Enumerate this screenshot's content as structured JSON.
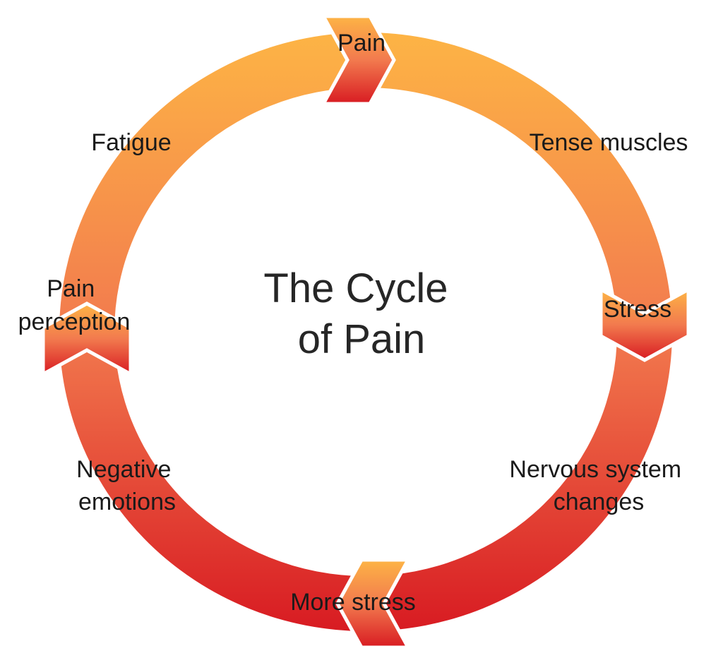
{
  "title_lines": [
    "The Cycle",
    "of Pain"
  ],
  "stages": {
    "pain": "Pain",
    "tense_muscles": "Tense muscles",
    "stress": "Stress",
    "nervous_system_changes": [
      "Nervous system",
      "changes"
    ],
    "more_stress": "More stress",
    "negative_emotions": [
      "Negative",
      "emotions"
    ],
    "pain_perception": [
      "Pain",
      "perception"
    ],
    "fatigue": "Fatigue"
  },
  "colors": {
    "top": "#FDB445",
    "middle": "#F27A4E",
    "bottom": "#D81B22",
    "gap": "#FFFFFF"
  },
  "icons": [
    "cycle-ring",
    "chevron-arrow-icon"
  ]
}
